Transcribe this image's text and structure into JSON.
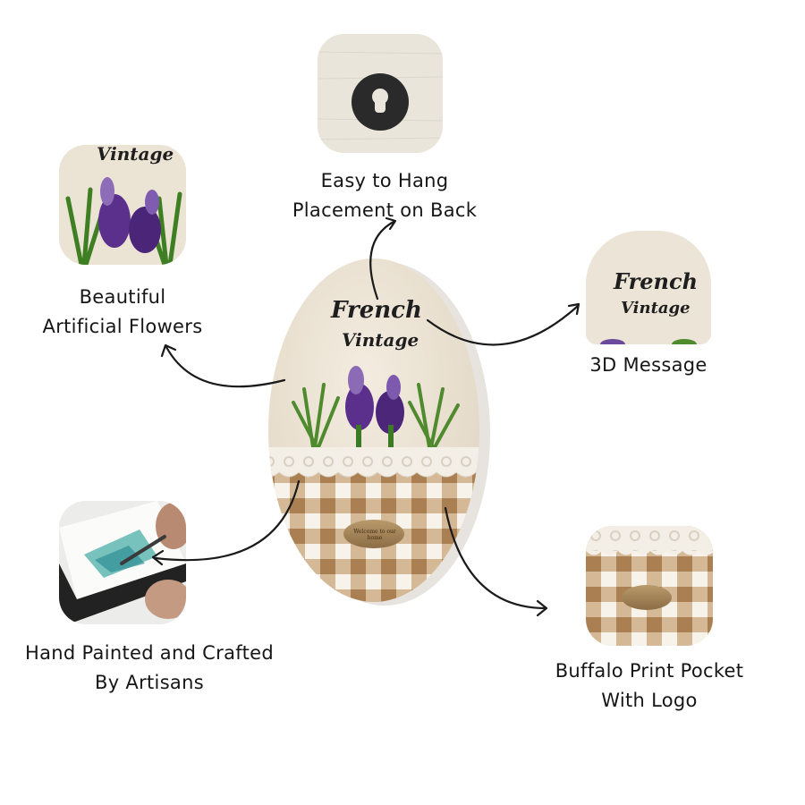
{
  "product": {
    "message_line1": "French",
    "message_line2": "Vintage",
    "tag_text": "Welcome to our home"
  },
  "callouts": {
    "hang": {
      "line1": "Easy to Hang",
      "line2": "Placement on Back"
    },
    "flowers": {
      "line1": "Beautiful",
      "line2": "Artificial Flowers"
    },
    "message": {
      "line1": "3D Message"
    },
    "hand": {
      "line1": "Hand Painted and Crafted",
      "line2": "By Artisans"
    },
    "pocket": {
      "line1": "Buffalo Print Pocket",
      "line2": "With Logo"
    }
  },
  "colors": {
    "wood": "#ece4d6",
    "gingham_tan": "#c9a57a",
    "gingham_dark": "#b48a5c",
    "lavender": "#5b2f8c",
    "leaf": "#4f8b2e",
    "text": "#161616"
  },
  "icons": [
    "keyhole-hanger-icon",
    "curved-arrow-icon",
    "paintbrush-icon"
  ]
}
